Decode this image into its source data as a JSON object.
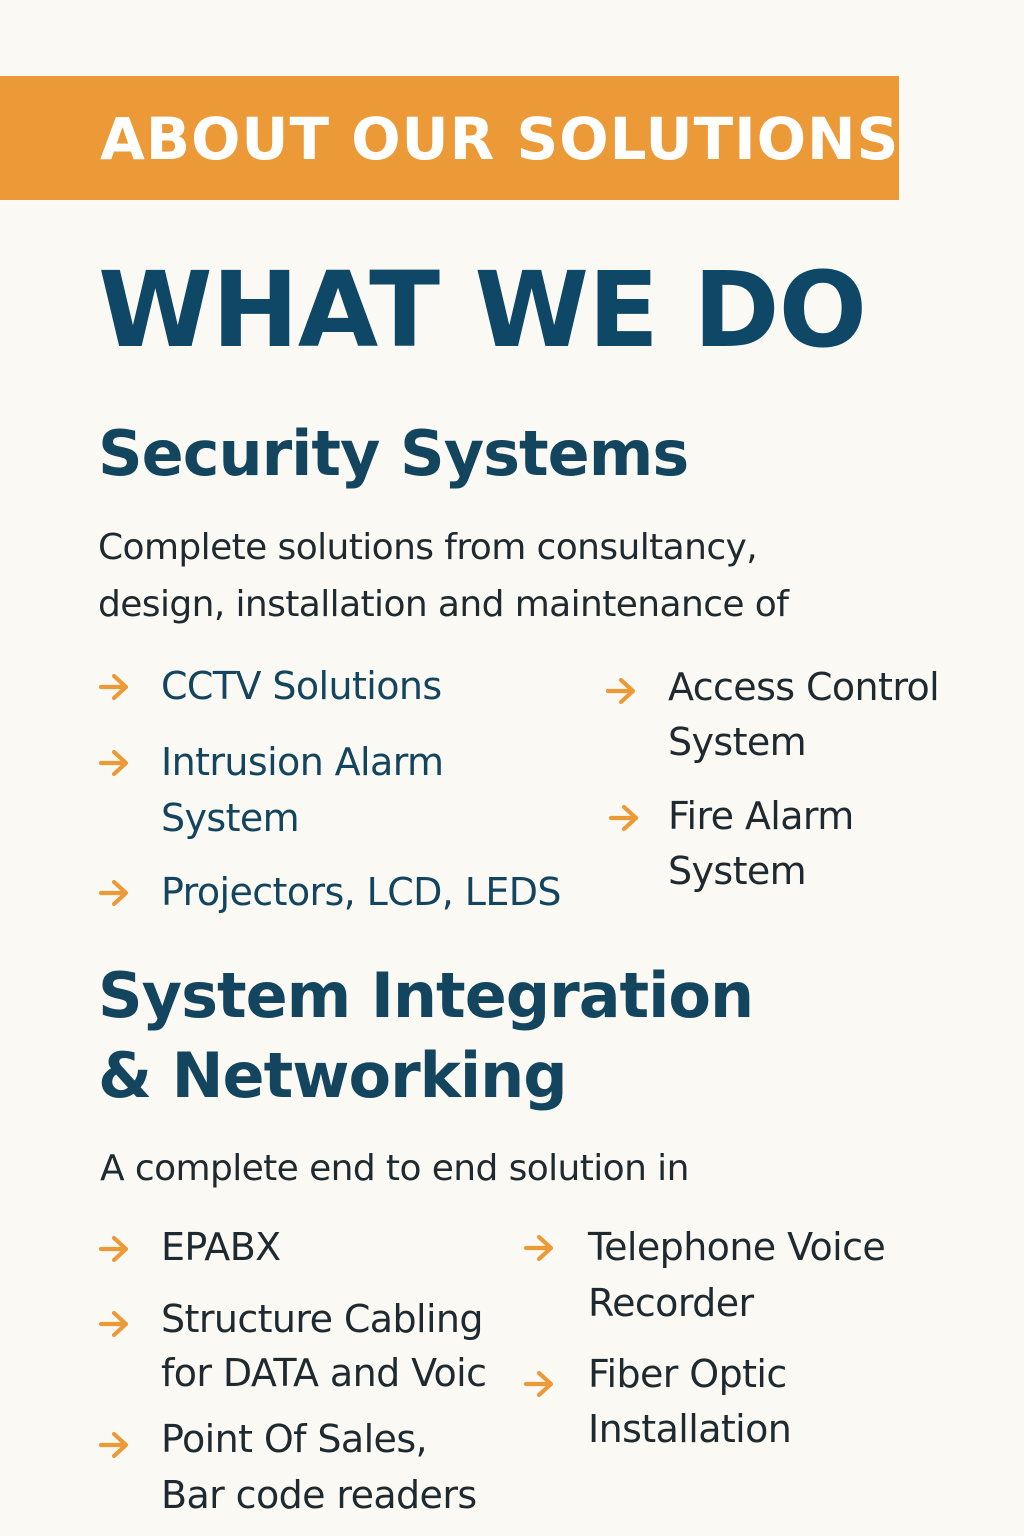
{
  "banner": {
    "text": "ABOUT OUR SOLUTIONS",
    "color": "#ec9a38"
  },
  "main_title": "WHAT WE DO",
  "security": {
    "heading": "Security Systems",
    "intro_lines": [
      "Complete solutions from consultancy,",
      "design, installation and maintenance of"
    ],
    "left_items": [
      {
        "lines": [
          "CCTV Solutions"
        ]
      },
      {
        "lines": [
          "Intrusion Alarm",
          "System"
        ]
      },
      {
        "lines": [
          "Projectors, LCD, LEDS"
        ]
      }
    ],
    "right_items": [
      {
        "lines": [
          "Access Control",
          "System"
        ]
      },
      {
        "lines": [
          "Fire Alarm",
          "System"
        ]
      }
    ]
  },
  "integration": {
    "heading_lines": [
      "System Integration",
      "& Networking"
    ],
    "intro": "A complete end to end solution in",
    "left_items": [
      {
        "lines": [
          "EPABX"
        ]
      },
      {
        "lines": [
          "Structure Cabling",
          "for DATA and Voic"
        ]
      },
      {
        "lines": [
          "Point Of Sales,",
          "Bar code readers"
        ]
      }
    ],
    "right_items": [
      {
        "lines": [
          "Telephone Voice",
          "Recorder"
        ]
      },
      {
        "lines": [
          "Fiber Optic",
          "Installation"
        ]
      }
    ]
  },
  "colors": {
    "accent": "#ec9a38",
    "title": "#0e4866",
    "heading": "#14455f",
    "body": "#1e2a30",
    "background": "#fbf9f3"
  },
  "icons": {
    "bullet": "arrow-right-icon"
  }
}
